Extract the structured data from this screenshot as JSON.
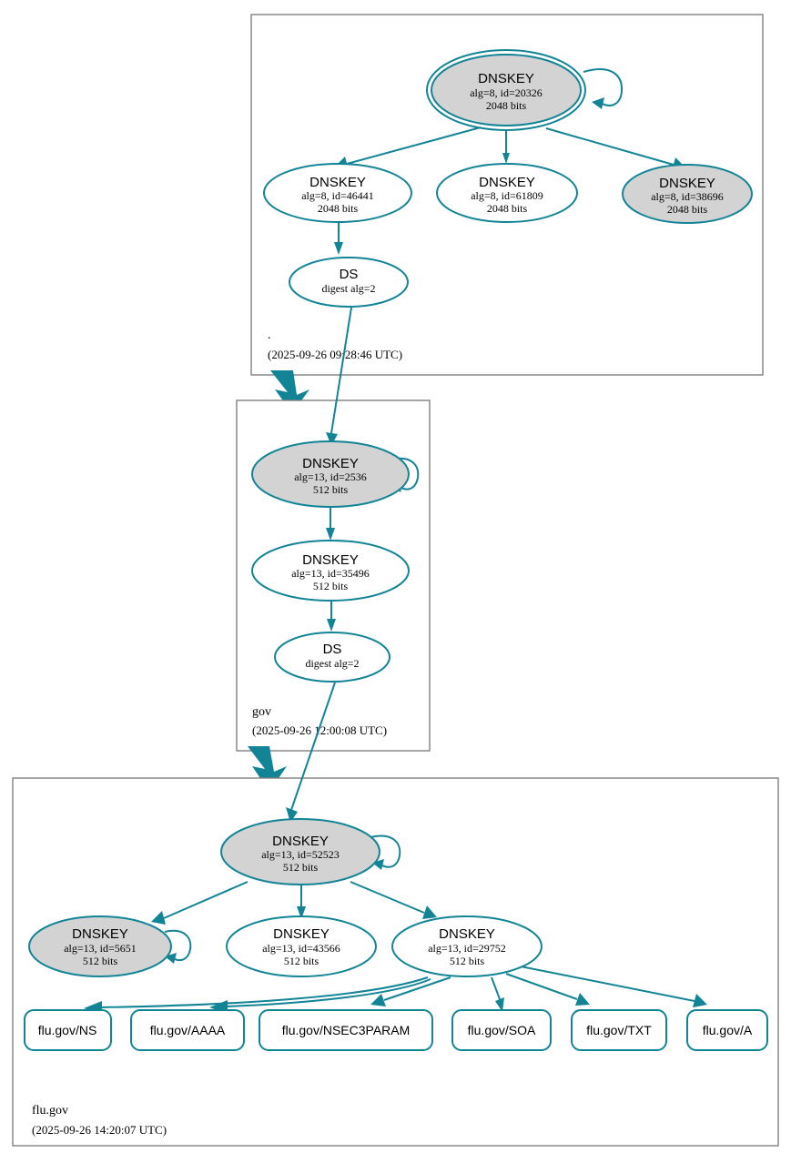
{
  "diagram": {
    "kind": "dnssec-authentication-chain",
    "colors": {
      "edge": "#128496",
      "node_stroke": "#128496",
      "secure_fill": "#d3d3d3",
      "insecure_fill": "#ffffff",
      "cluster_stroke": "#808080",
      "background": "#ffffff"
    }
  },
  "zones": [
    {
      "id": "root",
      "label": ".",
      "timestamp": "(2025-09-26 09:28:46 UTC)",
      "nodes": [
        {
          "id": "root-ksk-20326",
          "type": "DNSKEY",
          "title": "DNSKEY",
          "line2": "alg=8, id=20326",
          "line3": "2048 bits",
          "alg": 8,
          "key_id": 20326,
          "key_size": "2048 bits",
          "shaded": true,
          "trust_anchor": true,
          "self_signed": true
        },
        {
          "id": "root-zsk-46441",
          "type": "DNSKEY",
          "title": "DNSKEY",
          "line2": "alg=8, id=46441",
          "line3": "2048 bits",
          "alg": 8,
          "key_id": 46441,
          "key_size": "2048 bits",
          "shaded": false,
          "trust_anchor": false,
          "self_signed": false
        },
        {
          "id": "root-zsk-61809",
          "type": "DNSKEY",
          "title": "DNSKEY",
          "line2": "alg=8, id=61809",
          "line3": "2048 bits",
          "alg": 8,
          "key_id": 61809,
          "key_size": "2048 bits",
          "shaded": false,
          "trust_anchor": false,
          "self_signed": false
        },
        {
          "id": "root-zsk-38696",
          "type": "DNSKEY",
          "title": "DNSKEY",
          "line2": "alg=8, id=38696",
          "line3": "2048 bits",
          "alg": 8,
          "key_id": 38696,
          "key_size": "2048 bits",
          "shaded": true,
          "trust_anchor": false,
          "self_signed": false
        },
        {
          "id": "root-ds-gov",
          "type": "DS",
          "title": "DS",
          "line2": "digest alg=2",
          "line3": "",
          "shaded": false
        }
      ]
    },
    {
      "id": "gov",
      "label": "gov",
      "timestamp": "(2025-09-26 12:00:08 UTC)",
      "nodes": [
        {
          "id": "gov-ksk-2536",
          "type": "DNSKEY",
          "title": "DNSKEY",
          "line2": "alg=13, id=2536",
          "line3": "512 bits",
          "alg": 13,
          "key_id": 2536,
          "key_size": "512 bits",
          "shaded": true,
          "trust_anchor": false,
          "self_signed": true
        },
        {
          "id": "gov-zsk-35496",
          "type": "DNSKEY",
          "title": "DNSKEY",
          "line2": "alg=13, id=35496",
          "line3": "512 bits",
          "alg": 13,
          "key_id": 35496,
          "key_size": "512 bits",
          "shaded": false,
          "trust_anchor": false,
          "self_signed": false
        },
        {
          "id": "gov-ds-flugov",
          "type": "DS",
          "title": "DS",
          "line2": "digest alg=2",
          "line3": "",
          "shaded": false
        }
      ]
    },
    {
      "id": "flugov",
      "label": "flu.gov",
      "timestamp": "(2025-09-26 14:20:07 UTC)",
      "nodes": [
        {
          "id": "flu-ksk-52523",
          "type": "DNSKEY",
          "title": "DNSKEY",
          "line2": "alg=13, id=52523",
          "line3": "512 bits",
          "alg": 13,
          "key_id": 52523,
          "key_size": "512 bits",
          "shaded": true,
          "trust_anchor": false,
          "self_signed": true
        },
        {
          "id": "flu-zsk-5651",
          "type": "DNSKEY",
          "title": "DNSKEY",
          "line2": "alg=13, id=5651",
          "line3": "512 bits",
          "alg": 13,
          "key_id": 5651,
          "key_size": "512 bits",
          "shaded": true,
          "trust_anchor": false,
          "self_signed": true
        },
        {
          "id": "flu-zsk-43566",
          "type": "DNSKEY",
          "title": "DNSKEY",
          "line2": "alg=13, id=43566",
          "line3": "512 bits",
          "alg": 13,
          "key_id": 43566,
          "key_size": "512 bits",
          "shaded": false,
          "trust_anchor": false,
          "self_signed": false
        },
        {
          "id": "flu-zsk-29752",
          "type": "DNSKEY",
          "title": "DNSKEY",
          "line2": "alg=13, id=29752",
          "line3": "512 bits",
          "alg": 13,
          "key_id": 29752,
          "key_size": "512 bits",
          "shaded": false,
          "trust_anchor": false,
          "self_signed": false
        }
      ],
      "rrsets": [
        {
          "id": "rr-ns",
          "label": "flu.gov/NS"
        },
        {
          "id": "rr-aaaa",
          "label": "flu.gov/AAAA"
        },
        {
          "id": "rr-nsec3param",
          "label": "flu.gov/NSEC3PARAM"
        },
        {
          "id": "rr-soa",
          "label": "flu.gov/SOA"
        },
        {
          "id": "rr-txt",
          "label": "flu.gov/TXT"
        },
        {
          "id": "rr-a",
          "label": "flu.gov/A"
        }
      ]
    }
  ]
}
